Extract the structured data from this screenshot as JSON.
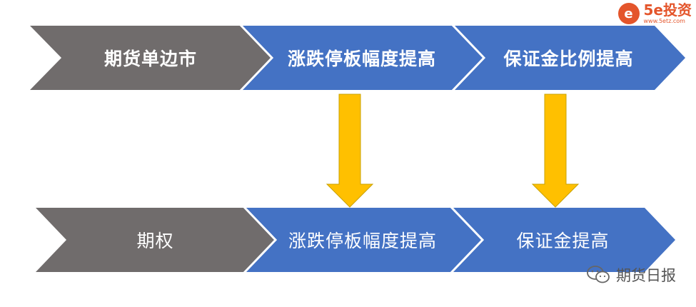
{
  "logo": {
    "mark": "e",
    "name": "5e投资",
    "url": "www.5etz.com"
  },
  "rows": [
    {
      "id": "futures",
      "items": [
        "期货单边市",
        "涨跌停板幅度提高",
        "保证金比例提高"
      ]
    },
    {
      "id": "options",
      "items": [
        "期权",
        "涨跌停板幅度提高",
        "保证金提高"
      ]
    }
  ],
  "watermark": {
    "icon": "wechat-icon",
    "text": "期货日报"
  },
  "colors": {
    "gray": "#706c6c",
    "blue": "#4472c4",
    "arrow": "#ffc000",
    "arrow_outline": "#c9a200",
    "text": "#ffffff"
  }
}
